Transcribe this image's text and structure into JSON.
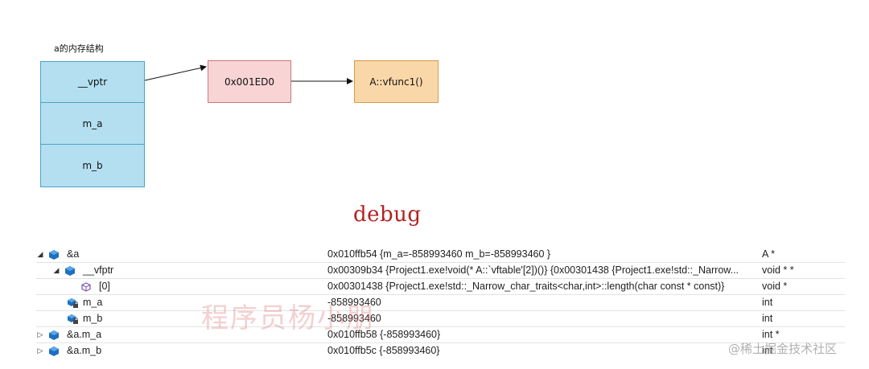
{
  "diagram": {
    "title": "a的内存结构",
    "struct_rows": [
      "__vptr",
      "m_a",
      "m_b"
    ],
    "vtable_entry": "0x001ED0",
    "function": "A::vfunc1()",
    "colors": {
      "struct_fill": "#b3dff0",
      "vtable_fill": "#f8d4d4",
      "function_fill": "#fad7a8"
    }
  },
  "section_label": "debug",
  "watch": {
    "rows": [
      {
        "expander": "◢",
        "icon": "object-icon",
        "name": "&a",
        "value": "0x010ffb54 {m_a=-858993460 m_b=-858993460 }",
        "type": "A *"
      },
      {
        "expander": "◢",
        "icon": "object-icon",
        "name": "__vfptr",
        "value": "0x00309b34 {Project1.exe!void(* A::`vftable'[2])()} {0x00301438 {Project1.exe!std::_Narrow...",
        "type": "void * *"
      },
      {
        "expander": "",
        "icon": "element-icon",
        "name": "[0]",
        "value": "0x00301438 {Project1.exe!std::_Narrow_char_traits<char,int>::length(char const * const)}",
        "type": "void *"
      },
      {
        "expander": "",
        "icon": "private-field-icon",
        "name": "m_a",
        "value": "-858993460",
        "type": "int"
      },
      {
        "expander": "",
        "icon": "private-field-icon",
        "name": "m_b",
        "value": "-858993460",
        "type": "int"
      },
      {
        "expander": "▷",
        "icon": "object-icon",
        "name": "&a.m_a",
        "value": "0x010ffb58 {-858993460}",
        "type": "int *"
      },
      {
        "expander": "▷",
        "icon": "object-icon",
        "name": "&a.m_b",
        "value": "0x010ffb5c {-858993460}",
        "type": "int"
      }
    ]
  },
  "watermarks": {
    "author": "程序员杨小朋",
    "site": "@稀土掘金技术社区"
  }
}
